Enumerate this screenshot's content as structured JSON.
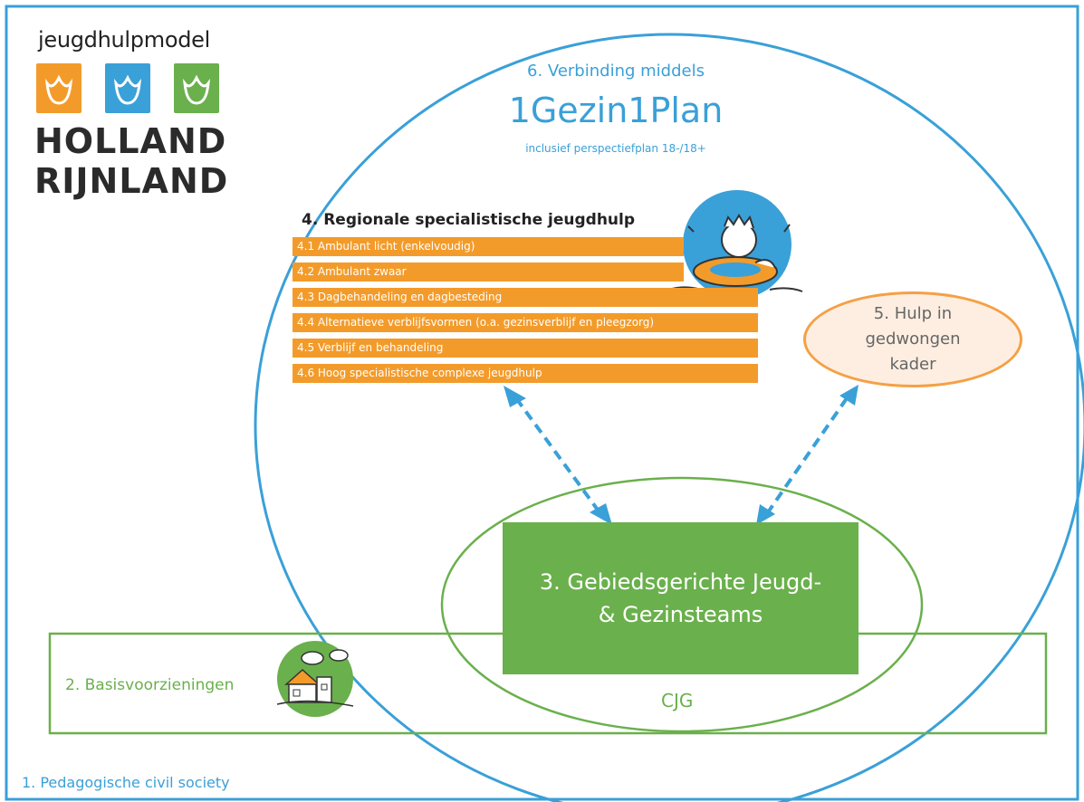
{
  "logo": {
    "line1": "jeugdhulpmodel",
    "line2": "HOLLAND",
    "line3": "RIJNLAND",
    "tiles": [
      {
        "color": "#f39b2a",
        "icon": "tulip-icon"
      },
      {
        "color": "#3aa0d8",
        "icon": "tulip-icon"
      },
      {
        "color": "#6ab04c",
        "icon": "tulip-icon"
      }
    ]
  },
  "section6": {
    "title": "6. Verbinding middels",
    "big": "1Gezin1Plan",
    "small": "inclusief perspectiefplan 18-/18+"
  },
  "section4": {
    "title": "4. Regionale specialistische jeugdhulp",
    "items": [
      "4.1 Ambulant licht (enkelvoudig)",
      "4.2 Ambulant zwaar",
      "4.3 Dagbehandeling en dagbesteding",
      "4.4 Alternatieve verblijfsvormen (o.a. gezinsverblijf en pleegzorg)",
      "4.5 Verblijf en behandeling",
      "4.6 Hoog specialistische complexe jeugdhulp"
    ]
  },
  "section5": {
    "label": "5. Hulp in gedwongen kader"
  },
  "section3": {
    "label": "3. Gebiedsgerichte Jeugd- & Gezinsteams"
  },
  "cjg": "CJG",
  "section2": {
    "label": "2. Basisvoorzieningen"
  },
  "section1": {
    "label": "1. Pedagogische civil society"
  },
  "colors": {
    "blue": "#3aa0d8",
    "orange": "#f39b2a",
    "green": "#6ab04c",
    "peach": "#fdeee1"
  }
}
